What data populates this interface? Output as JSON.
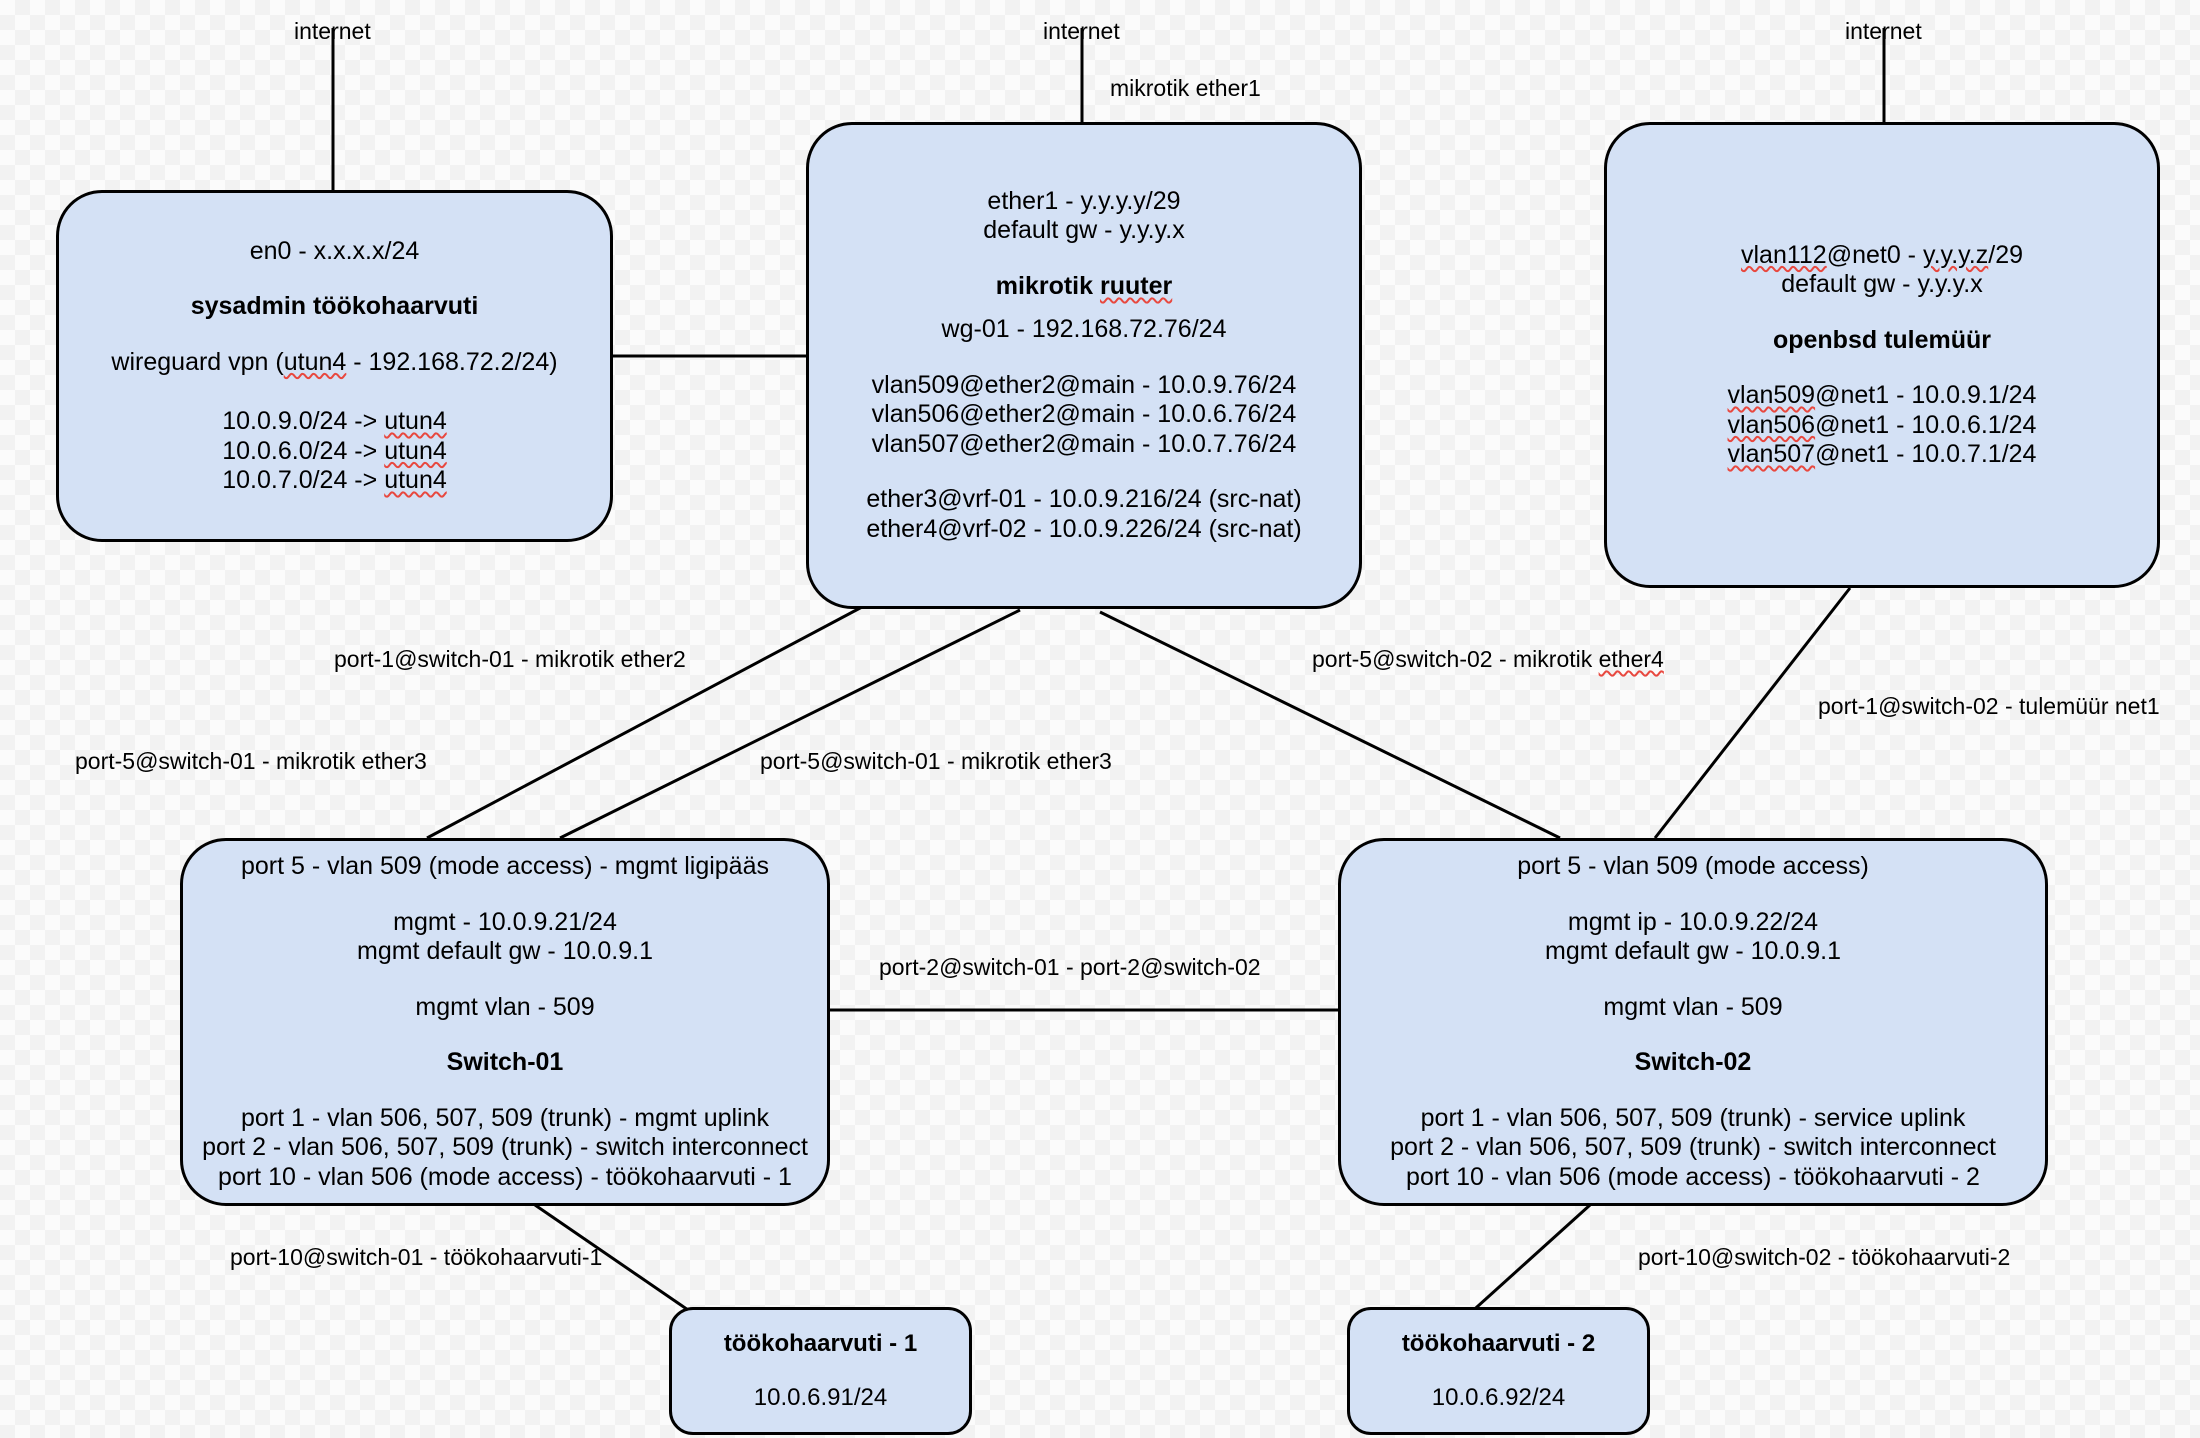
{
  "diagram": {
    "title": "network topology",
    "node_fill": "#d4e1f5",
    "node_stroke": "#000000",
    "edge_color": "#000000",
    "spellcheck_underline": "#e8483f"
  },
  "top_labels": {
    "internet_left": "internet",
    "internet_mid": "internet",
    "internet_right": "internet",
    "mikrotik_ether1": "mikrotik ether1"
  },
  "nodes": {
    "sysadmin": {
      "name": "sysadmin töökohaarvuti",
      "lines_top": [
        "en0 - x.x.x.x/24"
      ],
      "title": "sysadmin töökohaarvuti",
      "lines_mid": [
        "wireguard vpn (utun4 - 192.168.72.2/24)"
      ],
      "lines_bottom": [
        "10.0.9.0/24 -> utun4",
        "10.0.6.0/24 -> utun4",
        "10.0.7.0/24 -> utun4"
      ]
    },
    "mikrotik": {
      "name": "mikrotik ruuter",
      "lines_top": [
        "ether1 - y.y.y.y/29",
        "default gw - y.y.y.x"
      ],
      "title": "mikrotik ruuter",
      "lines_wg": [
        "wg-01 - 192.168.72.76/24"
      ],
      "lines_vlan": [
        "vlan509@ether2@main - 10.0.9.76/24",
        "vlan506@ether2@main - 10.0.6.76/24",
        "vlan507@ether2@main - 10.0.7.76/24"
      ],
      "lines_vrf": [
        "ether3@vrf-01 - 10.0.9.216/24 (src-nat)",
        "ether4@vrf-02 - 10.0.9.226/24 (src-nat)"
      ]
    },
    "openbsd": {
      "name": "openbsd tulemüür",
      "lines_top": [
        "vlan112@net0 - y.y.y.z/29",
        "default gw - y.y.y.x"
      ],
      "title": "openbsd tulemüür",
      "lines_vlan": [
        "vlan509@net1 - 10.0.9.1/24",
        "vlan506@net1 - 10.0.6.1/24",
        "vlan507@net1 - 10.0.7.1/24"
      ]
    },
    "switch01": {
      "name": "Switch-01",
      "line_port5": "port 5 - vlan 509 (mode access) - mgmt ligipääs",
      "lines_mgmt": [
        "mgmt - 10.0.9.21/24",
        "mgmt default gw - 10.0.9.1"
      ],
      "line_vlan": "mgmt vlan - 509",
      "title": "Switch-01",
      "lines_ports": [
        "port 1 - vlan 506, 507, 509 (trunk) - mgmt uplink",
        "port 2 - vlan 506, 507, 509 (trunk) - switch interconnect",
        "port 10 - vlan 506 (mode access) - töökohaarvuti - 1"
      ]
    },
    "switch02": {
      "name": "Switch-02",
      "line_port5": "port 5 - vlan 509 (mode access)",
      "lines_mgmt": [
        "mgmt ip - 10.0.9.22/24",
        "mgmt default gw - 10.0.9.1"
      ],
      "line_vlan": "mgmt vlan - 509",
      "title": "Switch-02",
      "lines_ports": [
        "port 1 - vlan 506, 507, 509 (trunk) - service uplink",
        "port 2 - vlan 506, 507, 509 (trunk) - switch interconnect",
        "port 10 - vlan 506 (mode access) - töökohaarvuti - 2"
      ]
    },
    "ws1": {
      "title": "töökohaarvuti - 1",
      "ip": "10.0.6.91/24"
    },
    "ws2": {
      "title": "töökohaarvuti - 2",
      "ip": "10.0.6.92/24"
    }
  },
  "edge_labels": {
    "port1_sw01_ether2": "port-1@switch-01 - mikrotik ether2",
    "port5_sw01_ether3_a": "port-5@switch-01 - mikrotik ether3",
    "port5_sw01_ether3_b": "port-5@switch-01 - mikrotik ether3",
    "port5_sw02_ether4": "port-5@switch-02 - mikrotik ether4",
    "port1_sw02_tulemuur": "port-1@switch-02 - tulemüür net1",
    "sw_interconnect": "port-2@switch-01 - port-2@switch-02",
    "port10_sw01_ws1": "port-10@switch-01 - töökohaarvuti-1",
    "port10_sw02_ws2": "port-10@switch-02 - töökohaarvuti-2"
  }
}
